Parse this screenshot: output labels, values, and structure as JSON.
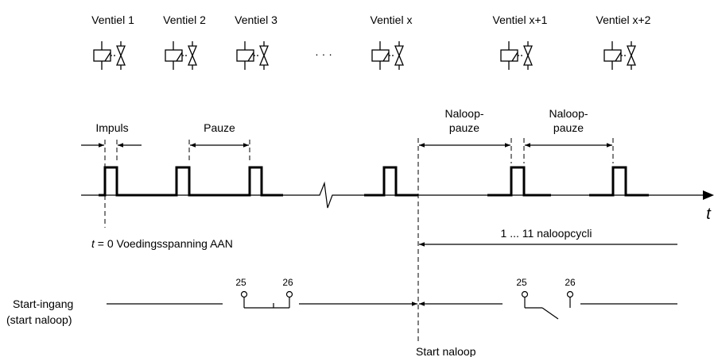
{
  "valves": {
    "labels": [
      "Ventiel 1",
      "Ventiel 2",
      "Ventiel 3",
      "Ventiel x",
      "Ventiel x+1",
      "Ventiel x+2"
    ],
    "ellipsis": "· · ·"
  },
  "timing": {
    "impuls": "Impuls",
    "pauze": "Pauze",
    "naloop_pauze_1": [
      "Naloop-",
      "pauze"
    ],
    "naloop_pauze_2": [
      "Naloop-",
      "pauze"
    ],
    "axis_label": "t",
    "t0_var": "t",
    "t0_rest": " = 0  Voedingsspanning AAN",
    "cycles": "1 ... 11 naloopcycli"
  },
  "start_input": {
    "label_line1": "Start-ingang",
    "label_line2": "(start naloop)",
    "terminal_a": "25",
    "terminal_b": "26",
    "terminal_c": "25",
    "terminal_d": "26",
    "start_naloop": "Start naloop"
  }
}
